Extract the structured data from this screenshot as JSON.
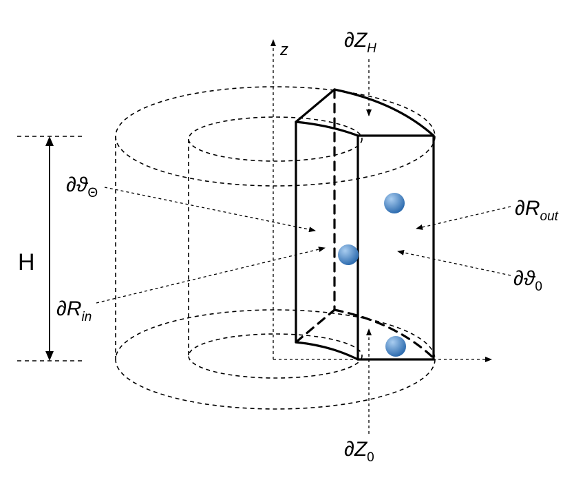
{
  "diagram": {
    "labels": {
      "z_axis": "z",
      "dZ_H": {
        "main": "∂Z",
        "sub": "H"
      },
      "dTheta_theta": {
        "main": "∂ϑ",
        "sub": "Θ"
      },
      "dR_out": {
        "main": "∂R",
        "sub": "out"
      },
      "H": "H",
      "dTheta_0": {
        "main": "∂ϑ",
        "sub": "0"
      },
      "dR_in": {
        "main": "∂R",
        "sub": "in"
      },
      "dZ_0": {
        "main": "∂Z",
        "sub": "0"
      }
    },
    "colors": {
      "stroke": "#000000",
      "particle": "#4a86c8",
      "particle_highlight": "#a9cdf0"
    }
  }
}
